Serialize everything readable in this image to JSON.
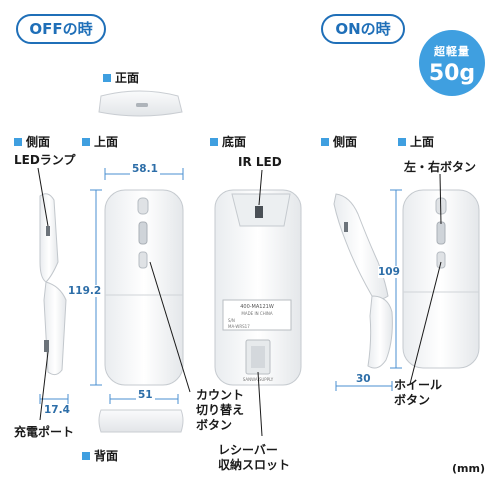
{
  "headers": {
    "off": "OFFの時",
    "on": "ONの時"
  },
  "badge": {
    "line1": "超軽量",
    "line2": "50g"
  },
  "views": {
    "front": "正面",
    "side_off": "側面",
    "top_off": "上面",
    "bottom": "底面",
    "back": "背面",
    "side_on": "側面",
    "top_on": "上面"
  },
  "labels": {
    "led_lamp": "LEDランプ",
    "ir_led": "IR LED",
    "charge_port": "充電ポート",
    "count_switch": [
      "カウント",
      "切り替え",
      "ボタン"
    ],
    "receiver_slot": [
      "レシーバー",
      "収納スロット"
    ],
    "lr_button": "左・右ボタン",
    "wheel_button": [
      "ホイール",
      "ボタン"
    ]
  },
  "device_text": {
    "model": "400-MA121W",
    "made_in": "MADE IN CHINA",
    "sn": "S/N",
    "lot": "MA-WRS17",
    "brand": "SANWA SUPPLY"
  },
  "dimensions": {
    "width_top": "58.1",
    "length_off": "119.2",
    "width_bottom": "51",
    "side_depth": "17.4",
    "length_on": "109",
    "height_on": "30"
  },
  "unit": "(mm)",
  "colors": {
    "accent": "#1f6fb8",
    "badge": "#3f9fe0",
    "dimension": "#2d6ea8"
  }
}
